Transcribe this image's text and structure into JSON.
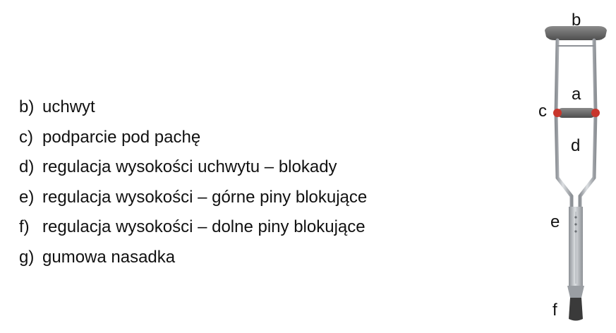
{
  "legend": {
    "items": [
      {
        "key": "b)",
        "text": "uchwyt"
      },
      {
        "key": "c)",
        "text": "podparcie pod pachę"
      },
      {
        "key": "d)",
        "text": "regulacja wysokości uchwytu – blokady"
      },
      {
        "key": "e)",
        "text": "regulacja wysokości – górne piny blokujące"
      },
      {
        "key": "f)",
        "text": "regulacja wysokości – dolne piny blokujące"
      },
      {
        "key": "g)",
        "text": "gumowa nasadka"
      }
    ]
  },
  "figure": {
    "labels": {
      "b": "b",
      "a": "a",
      "c": "c",
      "d": "d",
      "e": "e",
      "f": "f"
    },
    "colors": {
      "frame": "#b9bdc2",
      "frame_dark": "#8d9196",
      "pad": "#6c6c6c",
      "pin": "#c8352b",
      "tip": "#3a3a3a"
    }
  }
}
